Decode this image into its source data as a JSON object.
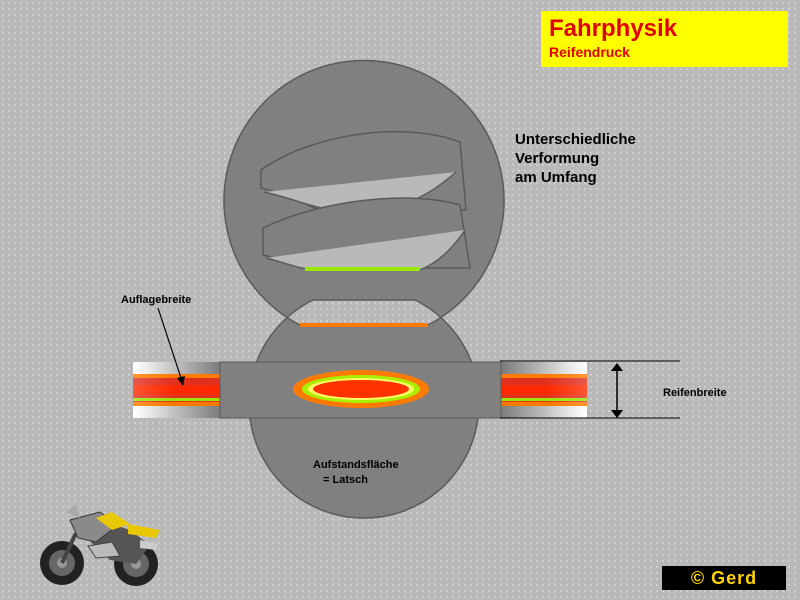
{
  "title": {
    "main": "Fahrphysik",
    "sub": "Reifendruck"
  },
  "info_text": [
    "Unterschiedliche",
    "Verformung",
    "am Umfang"
  ],
  "labels": {
    "auflagebreite": "Auflagebreite",
    "reifenbreite": "Reifenbreite",
    "aufstand_line1": "Aufstandsfläche",
    "aufstand_line2": "= Latsch"
  },
  "copyright": "© Gerd",
  "colors": {
    "tire": "#808080",
    "tire_outline": "#5a5a5a",
    "title_bg": "#ffff00",
    "title_text": "#e00000",
    "contact_red": "#ff2a00",
    "contact_green": "#9ae600",
    "contact_orange": "#ff7a00",
    "ellipse_red": "#ff3300",
    "ellipse_yellow": "#ffff66",
    "ellipse_green": "#88dd00"
  },
  "icons": [
    "motorcycle-icon",
    "arrow-icon",
    "double-arrow-icon"
  ]
}
